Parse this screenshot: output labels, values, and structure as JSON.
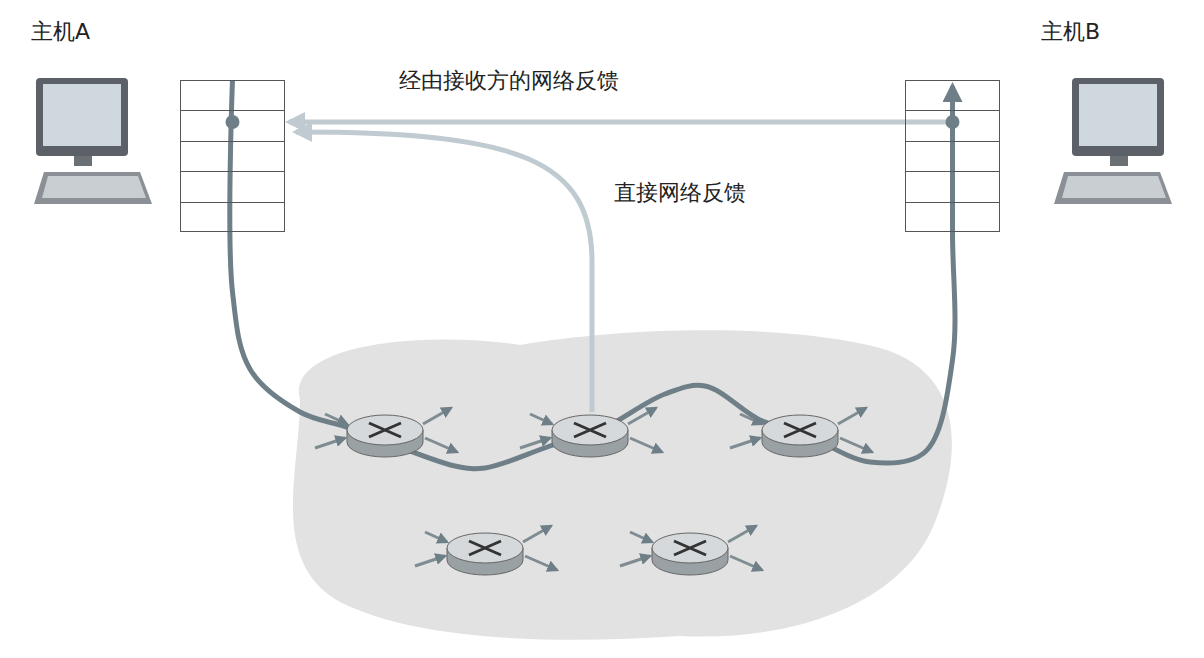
{
  "diagram": {
    "nodes": [
      {
        "text": [
          "主机A"
        ]
      },
      {
        "text": [
          "主机B"
        ]
      }
    ],
    "edges": [
      {
        "from": 1,
        "to": 0,
        "arrow": "to",
        "label": "经由接收方的网络反馈"
      },
      {
        "from": 0,
        "to": 1,
        "arrow": "to"
      }
    ],
    "labels": [
      "直接网络反馈"
    ]
  }
}
